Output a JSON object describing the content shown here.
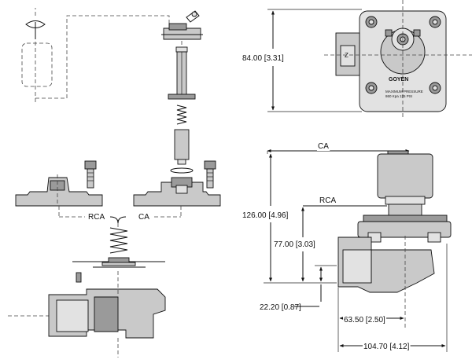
{
  "exploded_view": {
    "label_rca": "RCA",
    "label_ca": "CA"
  },
  "top_view": {
    "height_dim": "84.00 [3.31]",
    "brand_text": "GOYEN",
    "plate_line1": "MAXIMUM PRESSURE",
    "plate_line2": "860 Kpa  125 PSI"
  },
  "side_view": {
    "label_ca": "CA",
    "label_rca": "RCA",
    "total_height_dim": "126.00 [4.96]",
    "body_height_dim": "77.00 [3.03]",
    "port_height_dim": "22.20 [0.87]",
    "port_offset_dim": "63.50 [2.50]",
    "total_width_dim": "104.70 [4.12]"
  }
}
